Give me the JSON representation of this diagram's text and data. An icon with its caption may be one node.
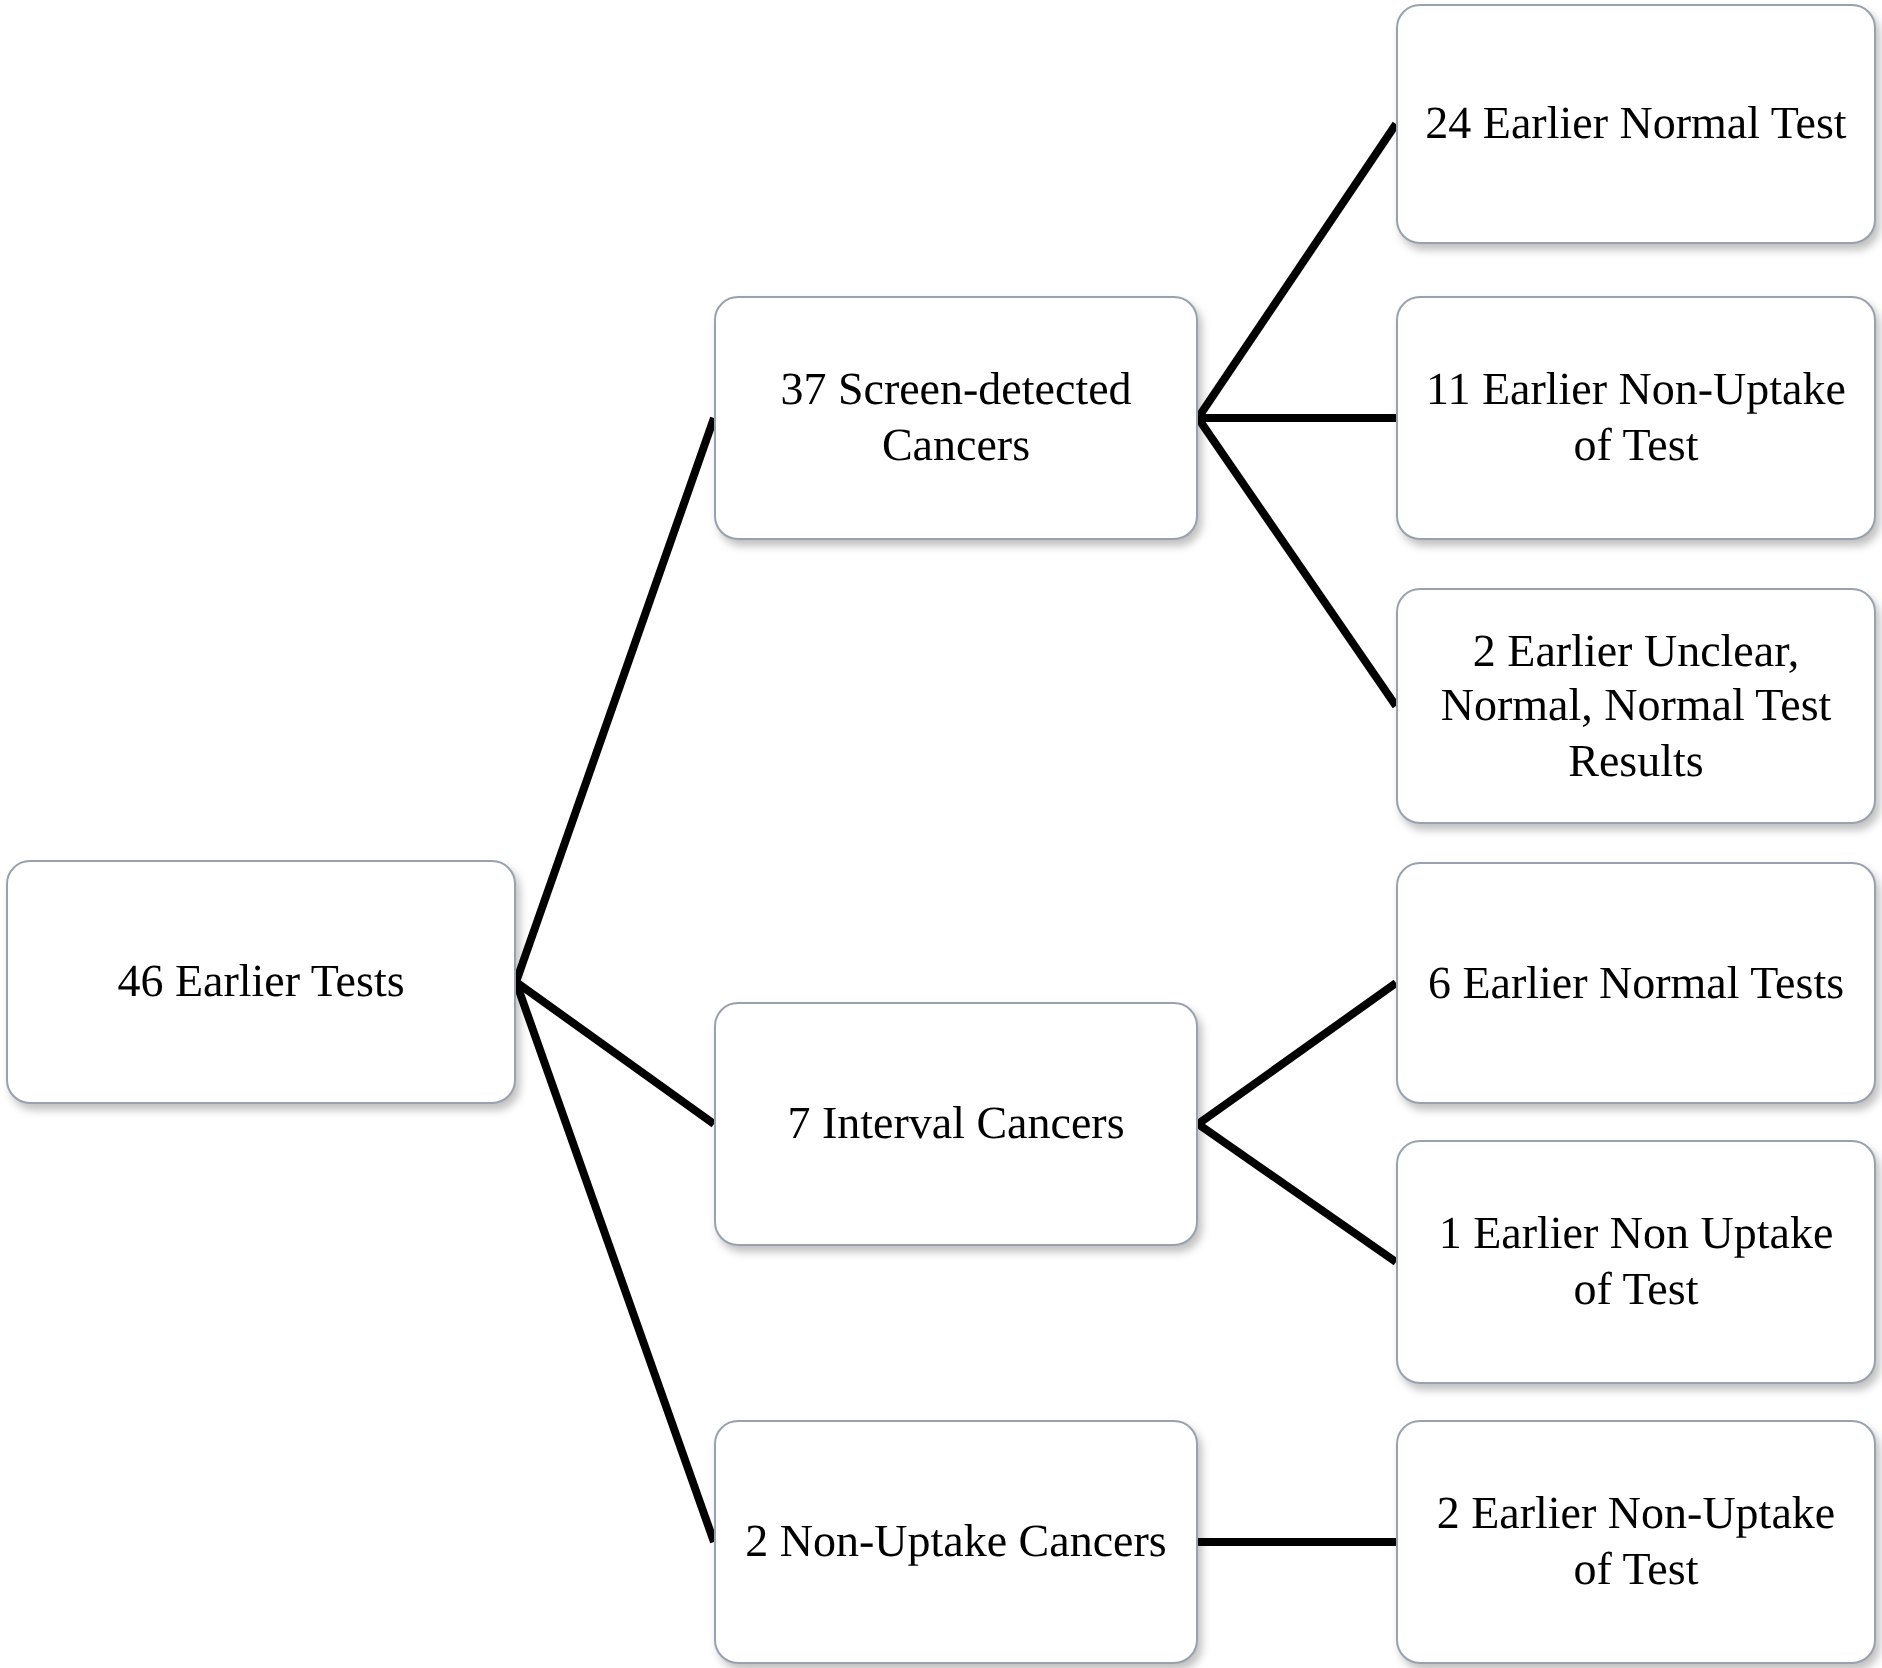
{
  "diagram": {
    "nodes": [
      {
        "text": [
          "46 Earlier Tests"
        ]
      },
      {
        "text": [
          "37 Screen-detected Cancers"
        ]
      },
      {
        "text": [
          "7 Interval Cancers"
        ]
      },
      {
        "text": [
          "2 Non-Uptake Cancers"
        ]
      },
      {
        "text": [
          "24 Earlier Normal Test"
        ]
      },
      {
        "text": [
          "11 Earlier Non-Uptake of Test"
        ]
      },
      {
        "text": [
          "2 Earlier Unclear, Normal, Normal Test Results"
        ]
      },
      {
        "text": [
          "6 Earlier Normal Tests"
        ]
      },
      {
        "text": [
          "1 Earlier Non Uptake of Test"
        ]
      },
      {
        "text": [
          "2 Earlier Non-Uptake of Test"
        ]
      }
    ],
    "edges": [
      {
        "from": 0,
        "to": 1,
        "arrow": "none"
      },
      {
        "from": 0,
        "to": 2,
        "arrow": "none"
      },
      {
        "from": 0,
        "to": 3,
        "arrow": "none"
      },
      {
        "from": 1,
        "to": 4,
        "arrow": "none"
      },
      {
        "from": 1,
        "to": 5,
        "arrow": "none"
      },
      {
        "from": 1,
        "to": 6,
        "arrow": "none"
      },
      {
        "from": 2,
        "to": 7,
        "arrow": "none"
      },
      {
        "from": 2,
        "to": 8,
        "arrow": "none"
      },
      {
        "from": 3,
        "to": 9,
        "arrow": "none"
      }
    ]
  }
}
